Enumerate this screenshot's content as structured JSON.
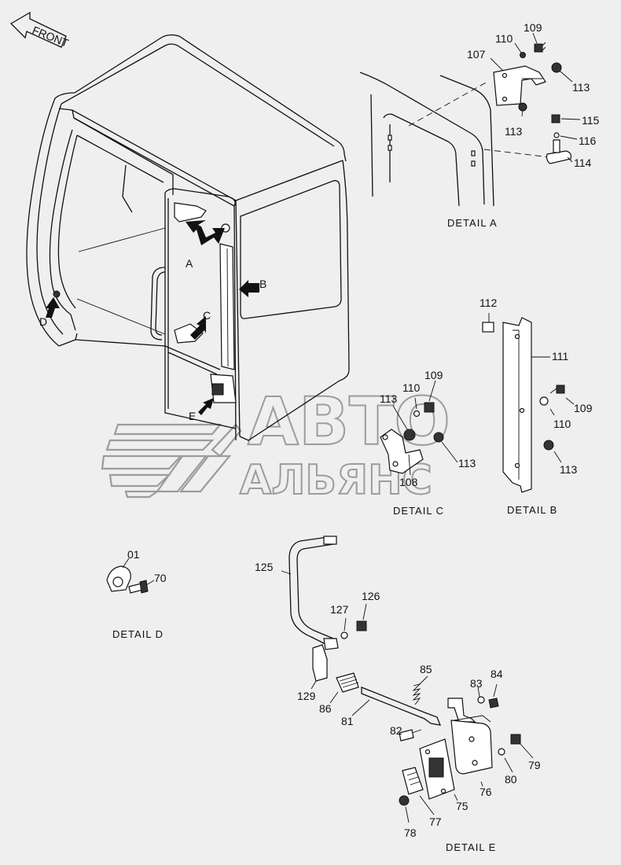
{
  "front_label": "FRONT",
  "watermark": {
    "line1": "АВТО",
    "line2": "АЛЬЯНС"
  },
  "details": {
    "a": "DETAIL A",
    "b": "DETAIL B",
    "c": "DETAIL C",
    "d": "DETAIL D",
    "e": "DETAIL E"
  },
  "view_markers": {
    "a": "A",
    "b": "B",
    "c": "C",
    "d": "D",
    "e": "E"
  },
  "parts": {
    "p107": "107",
    "p109a": "109",
    "p110a": "110",
    "p113a": "113",
    "p113b": "113",
    "p115": "115",
    "p116": "116",
    "p114": "114",
    "p112": "112",
    "p111": "111",
    "p109b": "109",
    "p110b": "110",
    "p113c": "113",
    "p109c": "109",
    "p110c": "110",
    "p113d": "113",
    "p113e": "113",
    "p108": "108",
    "p01": "01",
    "p70": "70",
    "p125": "125",
    "p127": "127",
    "p126": "126",
    "p129": "129",
    "p85": "85",
    "p86": "86",
    "p81": "81",
    "p82": "82",
    "p83": "83",
    "p84": "84",
    "p79": "79",
    "p80": "80",
    "p76": "76",
    "p75": "75",
    "p77": "77",
    "p78": "78"
  }
}
